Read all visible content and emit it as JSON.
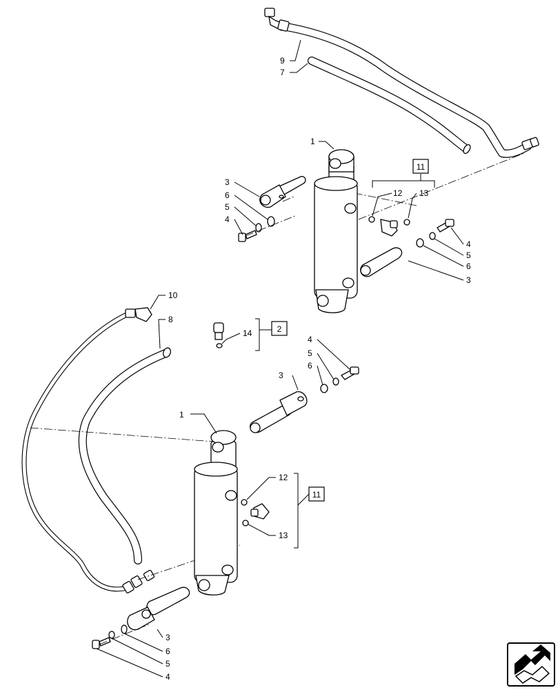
{
  "labels": {
    "c1_top": "1",
    "c1_bot": "1",
    "h9": "9",
    "h7": "7",
    "h10": "10",
    "h8": "8",
    "top_left_3": "3",
    "top_left_6": "6",
    "top_left_5": "5",
    "top_left_4": "4",
    "top_right_4": "4",
    "top_right_5": "5",
    "top_right_6": "6",
    "top_right_3": "3",
    "top_12": "12",
    "top_13": "13",
    "top_box_11": "11",
    "mid_14": "14",
    "mid_box_2": "2",
    "mid_4": "4",
    "mid_5": "5",
    "mid_6": "6",
    "mid_3": "3",
    "bot_12": "12",
    "bot_13": "13",
    "bot_box_11": "11",
    "bot_3": "3",
    "bot_6": "6",
    "bot_5": "5",
    "bot_4": "4"
  },
  "nav_icon": "arrow-nav-icon"
}
